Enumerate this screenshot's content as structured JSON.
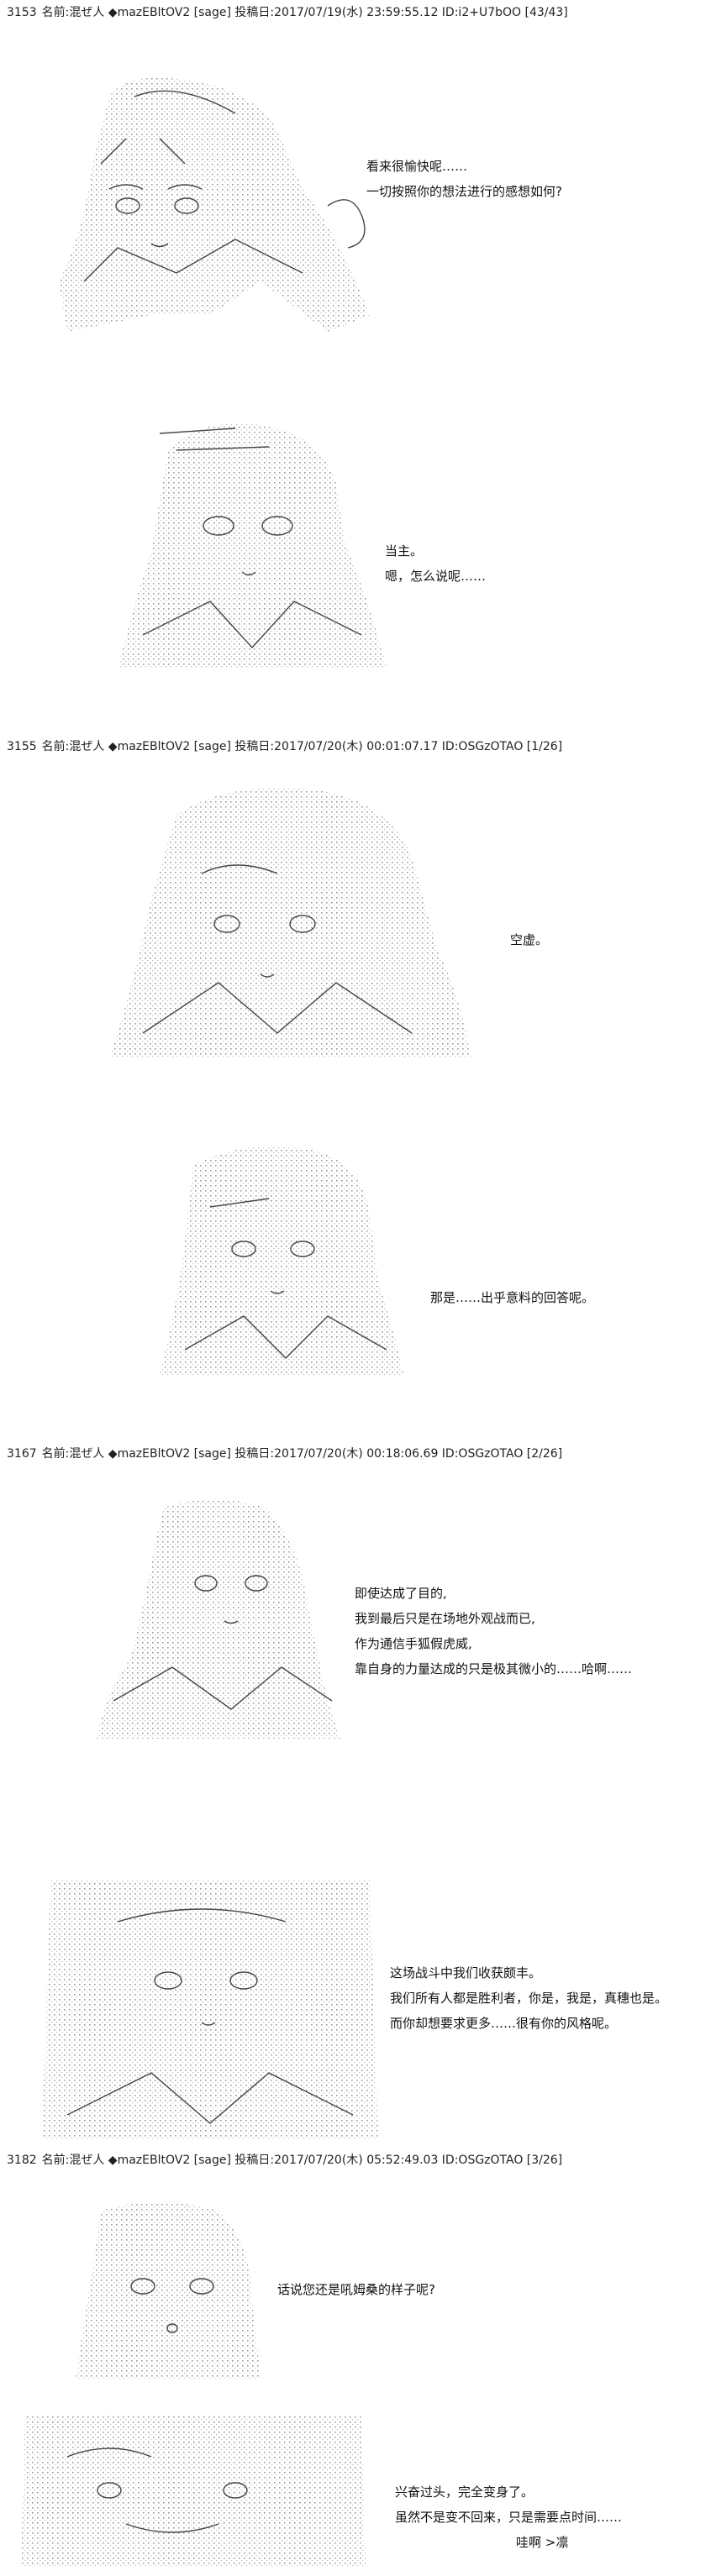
{
  "posts": [
    {
      "no": "3153",
      "header": "名前:混ぜ人 ◆mazEBltOV2 [sage] 投稿日:2017/07/19(水) 23:59:55.12 ID:i2+U7bOO [43/43]",
      "panels": [
        {
          "lines": [
            "看来很愉快呢……",
            "一切按照你的想法进行的感想如何?"
          ]
        },
        {
          "lines": [
            "当主。",
            "嗯，怎么说呢……"
          ]
        }
      ]
    },
    {
      "no": "3155",
      "header": "名前:混ぜ人 ◆mazEBltOV2 [sage] 投稿日:2017/07/20(木) 00:01:07.17 ID:OSGzOTAO [1/26]",
      "panels": [
        {
          "lines": [
            "空虚。"
          ]
        },
        {
          "lines": [
            "那是……出乎意料的回答呢。"
          ]
        }
      ]
    },
    {
      "no": "3167",
      "header": "名前:混ぜ人 ◆mazEBltOV2 [sage] 投稿日:2017/07/20(木) 00:18:06.69 ID:OSGzOTAO [2/26]",
      "panels": [
        {
          "lines": [
            "即使达成了目的,",
            "我到最后只是在场地外观战而已,",
            "作为通信手狐假虎威,",
            "靠自身的力量达成的只是极其微小的……哈啊……"
          ]
        },
        {
          "lines": [
            "这场战斗中我们收获颇丰。",
            "我们所有人都是胜利者，你是，我是，真穗也是。",
            "而你却想要求更多……很有你的风格呢。"
          ]
        }
      ]
    },
    {
      "no": "3182",
      "header": "名前:混ぜ人 ◆mazEBltOV2 [sage] 投稿日:2017/07/20(木) 05:52:49.03 ID:OSGzOTAO [3/26]",
      "panels": [
        {
          "lines": [
            "话说您还是吼姆桑的样子呢?"
          ]
        },
        {
          "lines": [
            "兴奋过头，完全变身了。",
            "虽然不是变不回来，只是需要点时间……"
          ]
        }
      ]
    }
  ],
  "footer_note": "哇啊 >凛"
}
